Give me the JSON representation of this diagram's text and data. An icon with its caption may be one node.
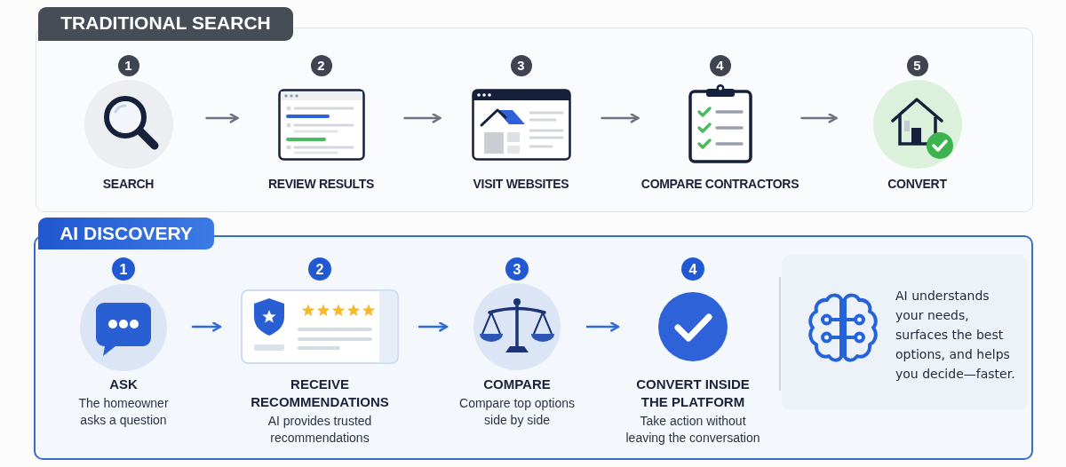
{
  "diagram": {
    "nodes": [
      {
        "text": [
          "TRADITIONAL SEARCH"
        ]
      },
      {
        "text": [
          "1",
          "SEARCH"
        ],
        "in": 0
      },
      {
        "text": [
          "2",
          "REVIEW RESULTS"
        ],
        "in": 0
      },
      {
        "text": [
          "3",
          "VISIT WEBSITES"
        ],
        "in": 0
      },
      {
        "text": [
          "4",
          "COMPARE CONTRACTORS"
        ],
        "in": 0
      },
      {
        "text": [
          "5",
          "CONVERT"
        ],
        "in": 0
      },
      {
        "text": [
          "AI DISCOVERY"
        ]
      },
      {
        "text": [
          "1",
          "ASK",
          "The homeowner asks a question"
        ],
        "in": 6
      },
      {
        "text": [
          "2",
          "RECEIVE RECOMMENDATIONS",
          "AI provides trusted recommendations"
        ],
        "in": 6
      },
      {
        "text": [
          "3",
          "COMPARE",
          "Compare top options side by side"
        ],
        "in": 6
      },
      {
        "text": [
          "4",
          "CONVERT INSIDE THE PLATFORM",
          "Take action without leaving the conversation"
        ],
        "in": 6
      },
      {
        "text": [
          "AI understands your needs, surfaces the best options, and helps you decide—faster."
        ],
        "in": 6
      }
    ],
    "edges": [
      {
        "from": 1,
        "to": 2,
        "arrow": "to"
      },
      {
        "from": 2,
        "to": 3,
        "arrow": "to"
      },
      {
        "from": 3,
        "to": 4,
        "arrow": "to"
      },
      {
        "from": 4,
        "to": 5,
        "arrow": "to"
      },
      {
        "from": 7,
        "to": 8,
        "arrow": "to",
        "color": "#2f6bd8"
      },
      {
        "from": 8,
        "to": 9,
        "arrow": "to",
        "color": "#2f6bd8"
      },
      {
        "from": 9,
        "to": 10,
        "arrow": "to",
        "color": "#2f6bd8"
      }
    ]
  }
}
